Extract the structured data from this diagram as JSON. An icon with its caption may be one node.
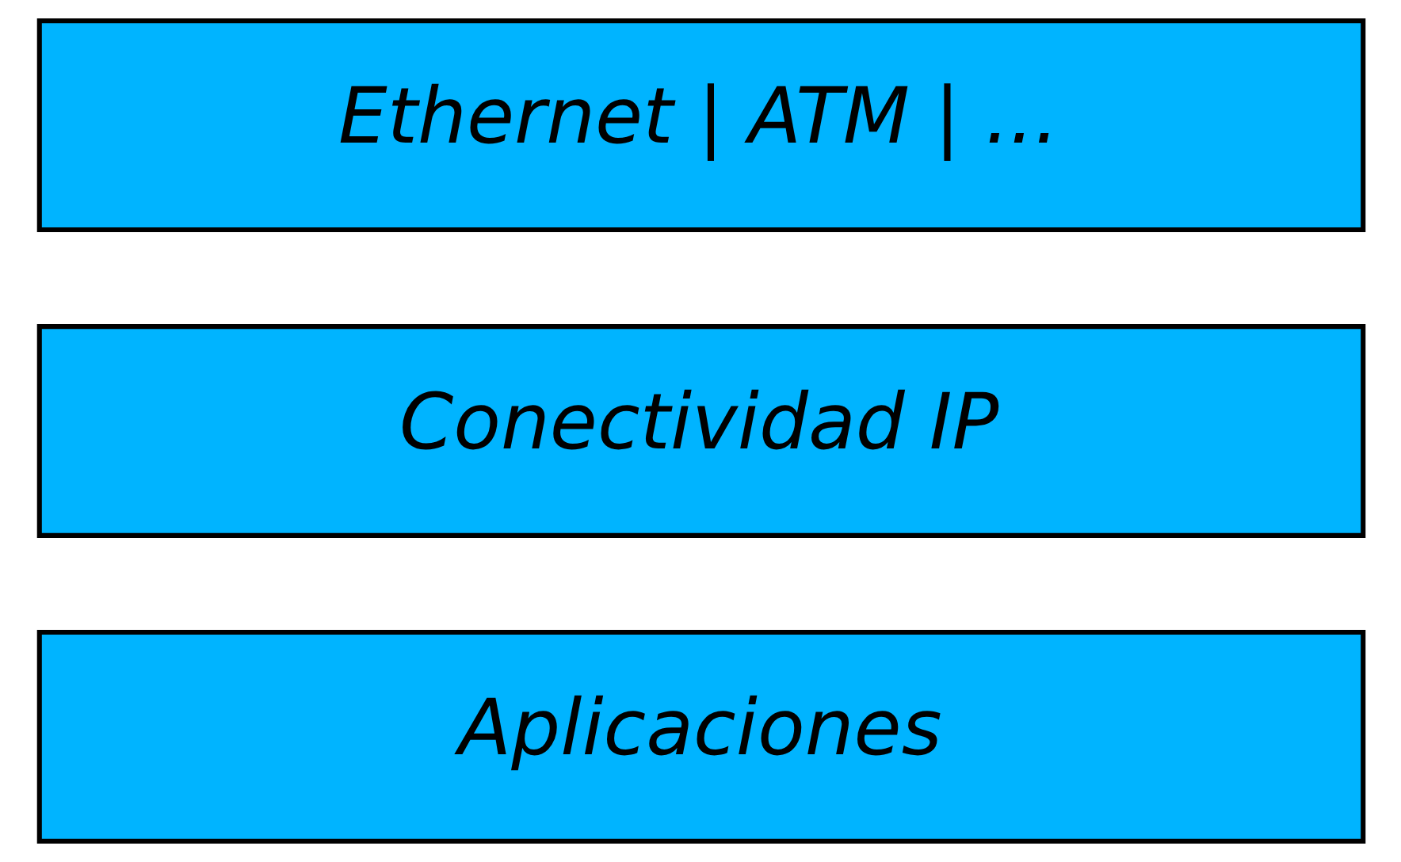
{
  "diagram": {
    "nodes": [
      {
        "text": [
          "Aplicaciones"
        ]
      },
      {
        "text": [
          "Conectividad IP"
        ]
      },
      {
        "text": [
          "Ethernet | ATM | ..."
        ]
      }
    ]
  }
}
